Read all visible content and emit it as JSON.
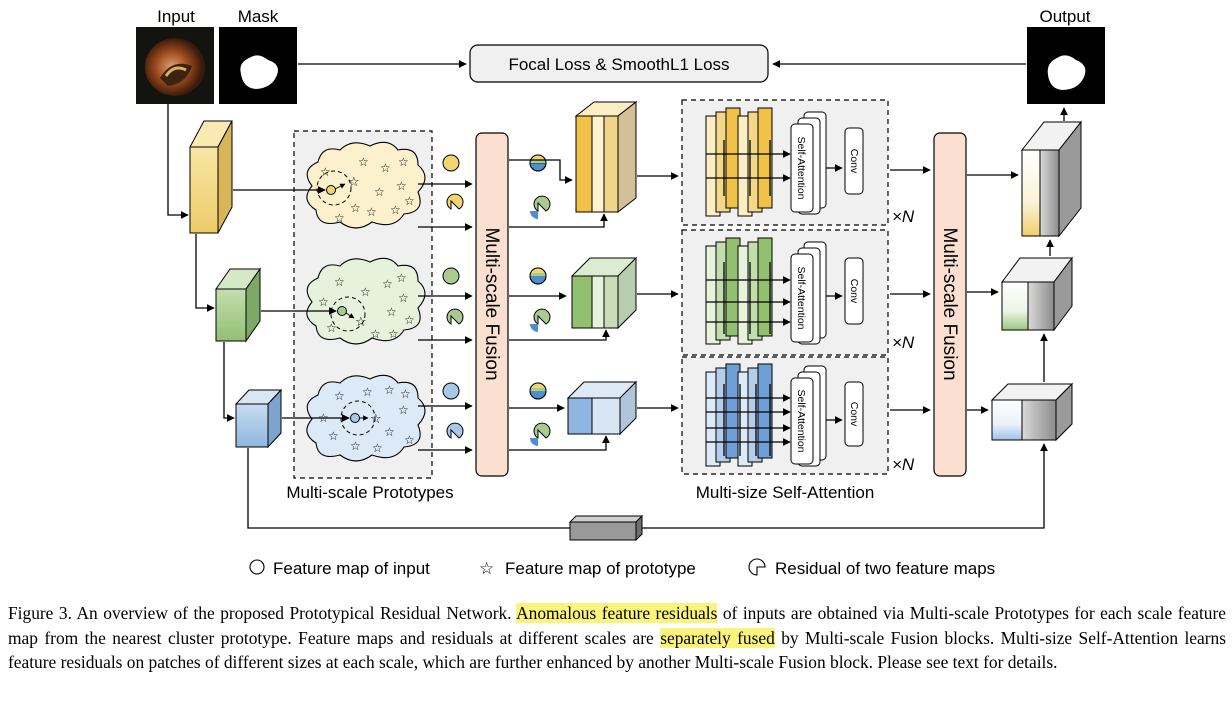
{
  "labels": {
    "input": "Input",
    "mask": "Mask",
    "output": "Output",
    "loss": "Focal Loss & SmoothL1 Loss",
    "prototypes": "Multi-scale Prototypes",
    "fusion": "Multi-scale Fusion",
    "self_attention_group": "Multi-size Self-Attention",
    "self_attention": "Self-Attention",
    "conv": "Conv",
    "repeat": "×N"
  },
  "legend": {
    "input_map": "Feature map of input",
    "prototype_map": "Feature map of prototype",
    "residual": "Residual of two feature maps"
  },
  "caption": {
    "p1": "Figure 3. An overview of the proposed Prototypical Residual Network. ",
    "h1": "Anomalous feature residuals",
    "p2": " of inputs are obtained via Multi-scale Prototypes for each scale feature map from the nearest cluster prototype. Feature maps and residuals at different scales are ",
    "h2": "separately fused",
    "p3": " by Multi-scale Fusion blocks. Multi-size Self-Attention learns feature residuals on patches of different sizes at each scale, which are further enhanced by another Multi-scale Fusion block. Please see text for details."
  },
  "colors": {
    "yellow": "#f6dd8e",
    "green": "#a9cc8e",
    "blue": "#a9c7e6",
    "fusion": "#fbe0d2",
    "dashed_bg": "#f0f0f0",
    "highlight": "#fbf47c"
  }
}
